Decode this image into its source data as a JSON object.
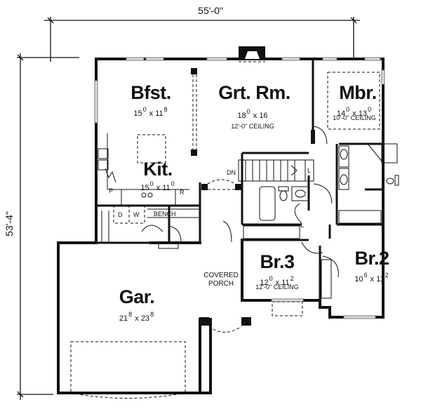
{
  "plan": {
    "overall_width": "55'-0\"",
    "overall_depth": "53'-4\""
  },
  "rooms": {
    "bfst": {
      "name": "Bfst.",
      "w": "15",
      "w_in": "0",
      "d": "11",
      "d_in": "8"
    },
    "grt": {
      "name": "Grt. Rm.",
      "w": "18",
      "w_in": "0",
      "d": "16",
      "d_in": "",
      "ceiling": "12'-0\" CEILING"
    },
    "mbr": {
      "name": "Mbr.",
      "w": "14",
      "w_in": "0",
      "d": "13",
      "d_in": "0",
      "ceiling": "10'-0\" CEILING"
    },
    "kit": {
      "name": "Kit.",
      "w": "15",
      "w_in": "0",
      "d": "11",
      "d_in": "0"
    },
    "br3": {
      "name": "Br.3",
      "w": "12",
      "w_in": "0",
      "d": "11",
      "d_in": "2",
      "ceiling": "12'-0\" CEILING"
    },
    "br2": {
      "name": "Br.2",
      "w": "10",
      "w_in": "6",
      "d": "11",
      "d_in": "2"
    },
    "gar": {
      "name": "Gar.",
      "w": "21",
      "w_in": "8",
      "d": "23",
      "d_in": "8"
    },
    "porch": {
      "line1": "COVERED",
      "line2": "PORCH"
    }
  },
  "annotations": {
    "stairs_dn": "DN",
    "linen1": "L",
    "linen2": "L",
    "pantry": "P",
    "refrigerator": "R",
    "dryer": "D",
    "washer": "W",
    "bench": "BENCH"
  },
  "x_label": "x"
}
